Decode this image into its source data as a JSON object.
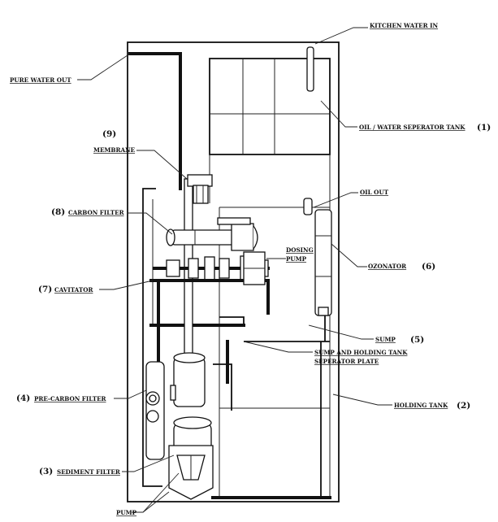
{
  "labels": {
    "kitchen_water_in": "KITCHEN WATER IN",
    "pure_water_out": "PURE WATER OUT",
    "oil_water_separator_tank": "OIL / WATER SEPERATOR TANK",
    "oil_water_separator_tank_num": "(1)",
    "membrane_num": "(9)",
    "membrane": "MEMBRANE",
    "oil_out": "OIL OUT",
    "carbon_filter_num": "(8)",
    "carbon_filter": "CARBON FILTER",
    "dosing_pump_line1": "DOSING",
    "dosing_pump_line2": "PUMP",
    "ozonator": "OZONATOR",
    "ozonator_num": "(6)",
    "cavitator_num": "(7)",
    "cavitator": "CAVITATOR",
    "sump": "SUMP",
    "sump_num": "(5)",
    "separator_plate_line1": "SUMP AND HOLDING TANK",
    "separator_plate_line2": "SEPERATOR PLATE",
    "pre_carbon_filter_num": "(4)",
    "pre_carbon_filter": "PRE-CARBON FILTER",
    "holding_tank": "HOLDING TANK",
    "holding_tank_num": "(2)",
    "sediment_filter_num": "(3)",
    "sediment_filter": "SEDIMENT FILTER",
    "pump": "PUMP"
  }
}
